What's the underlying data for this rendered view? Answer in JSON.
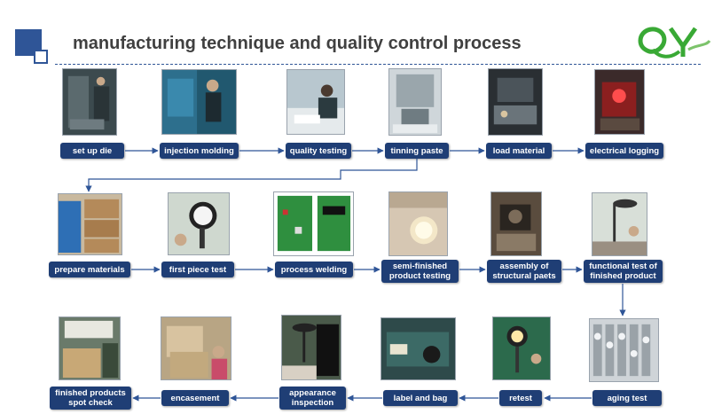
{
  "title": "manufacturing technique and quality control process",
  "colors": {
    "step_fill": "#1f3e75",
    "accent": "#2f5597",
    "arrow": "#2f5597",
    "logo_green": "#39a935"
  },
  "steps": [
    "set up die",
    "injection molding",
    "quality testing",
    "tinning paste",
    "load material",
    "electrical logging",
    "prepare materials",
    "first piece test",
    "process welding",
    "semi-finished\nproduct testing",
    "assembly of\nstructural paets",
    "functional test of\nfinished product",
    "aging test",
    "retest",
    "label and bag",
    "appearance\ninspection",
    "encasement",
    "finished products\nspot check"
  ]
}
